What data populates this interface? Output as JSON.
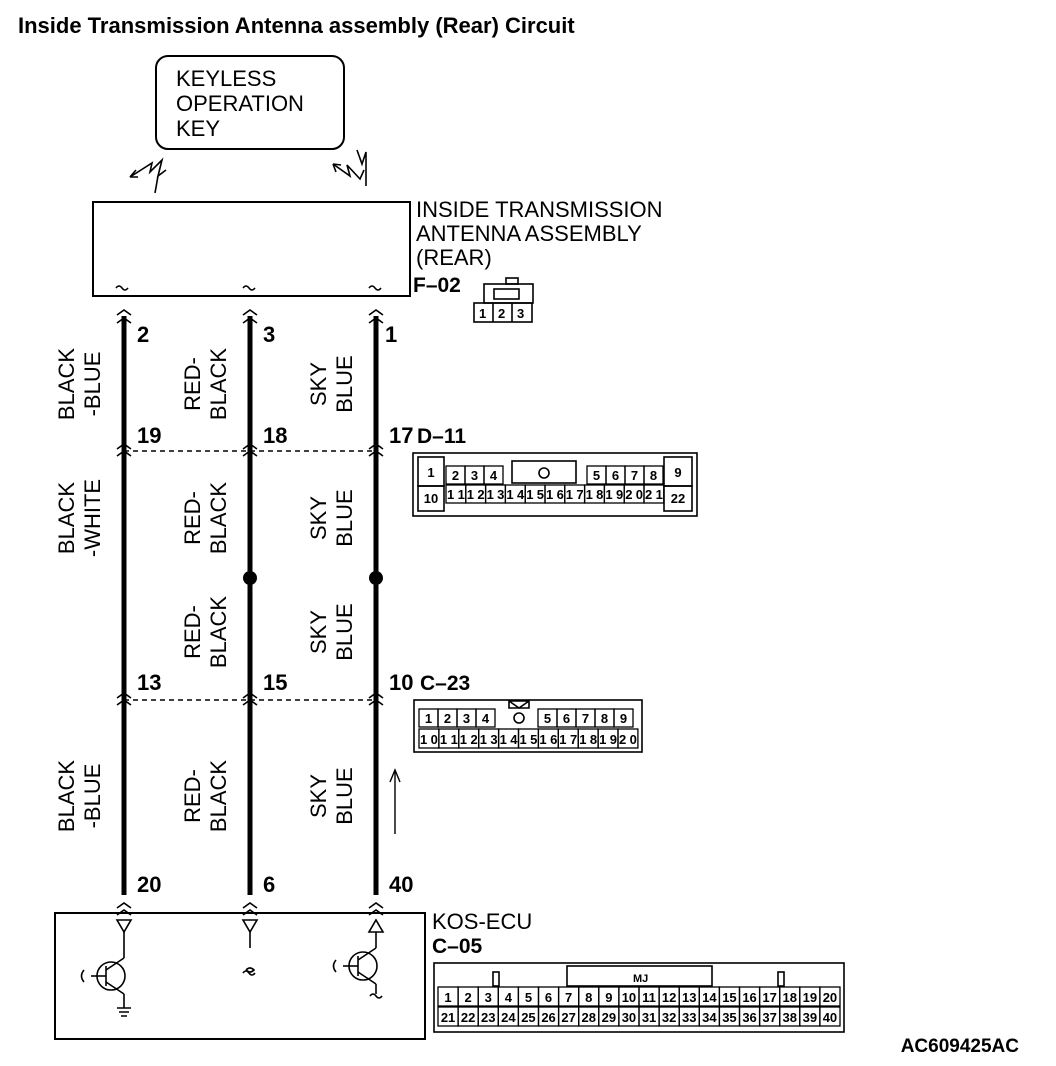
{
  "title": "Inside Transmission Antenna assembly (Rear) Circuit",
  "key_box": [
    "KEYLESS",
    "OPERATION",
    "KEY"
  ],
  "antenna": {
    "lines": [
      "INSIDE TRANSMISSION",
      "ANTENNA ASSEMBLY",
      "(REAR)"
    ],
    "connector": "F–02",
    "pins": [
      "1",
      "2",
      "3"
    ]
  },
  "wire_pins": {
    "antenna": [
      "2",
      "3",
      "1"
    ],
    "d11": [
      "19",
      "18",
      "17"
    ],
    "c23": [
      "13",
      "15",
      "10"
    ],
    "ecu": [
      "20",
      "6",
      "40"
    ]
  },
  "wire_colors": {
    "seg1": [
      [
        "BLACK",
        "-BLUE"
      ],
      [
        "RED-",
        "BLACK"
      ],
      [
        "SKY",
        "BLUE"
      ]
    ],
    "seg2": [
      [
        "BLACK",
        "-WHITE"
      ],
      [
        "RED-",
        "BLACK"
      ],
      [
        "SKY",
        "BLUE"
      ]
    ],
    "seg3": [
      null,
      [
        "RED-",
        "BLACK"
      ],
      [
        "SKY",
        "BLUE"
      ]
    ],
    "seg4": [
      [
        "BLACK",
        "-BLUE"
      ],
      [
        "RED-",
        "BLACK"
      ],
      [
        "SKY",
        "BLUE"
      ]
    ]
  },
  "d11": {
    "name": "D–11",
    "row1": [
      "1",
      "2",
      "3",
      "4",
      "",
      "5",
      "6",
      "7",
      "8",
      "9"
    ],
    "row2": [
      "10",
      "11",
      "12",
      "13",
      "14",
      "15",
      "16",
      "17",
      "18",
      "19",
      "20",
      "21",
      "22"
    ]
  },
  "c23": {
    "name": "C–23",
    "row1": [
      "1",
      "2",
      "3",
      "4",
      "",
      "5",
      "6",
      "7",
      "8",
      "9"
    ],
    "row2": [
      "10",
      "11",
      "12",
      "13",
      "14",
      "15",
      "16",
      "17",
      "18",
      "19",
      "20"
    ]
  },
  "ecu": {
    "name": "KOS-ECU",
    "connector": "C–05",
    "tag": "MJ",
    "row1": [
      "1",
      "2",
      "3",
      "4",
      "5",
      "6",
      "7",
      "8",
      "9",
      "10",
      "11",
      "12",
      "13",
      "14",
      "15",
      "16",
      "17",
      "18",
      "19",
      "20"
    ],
    "row2": [
      "21",
      "22",
      "23",
      "24",
      "25",
      "26",
      "27",
      "28",
      "29",
      "30",
      "31",
      "32",
      "33",
      "34",
      "35",
      "36",
      "37",
      "38",
      "39",
      "40"
    ]
  },
  "figure_id": "AC609425AC"
}
